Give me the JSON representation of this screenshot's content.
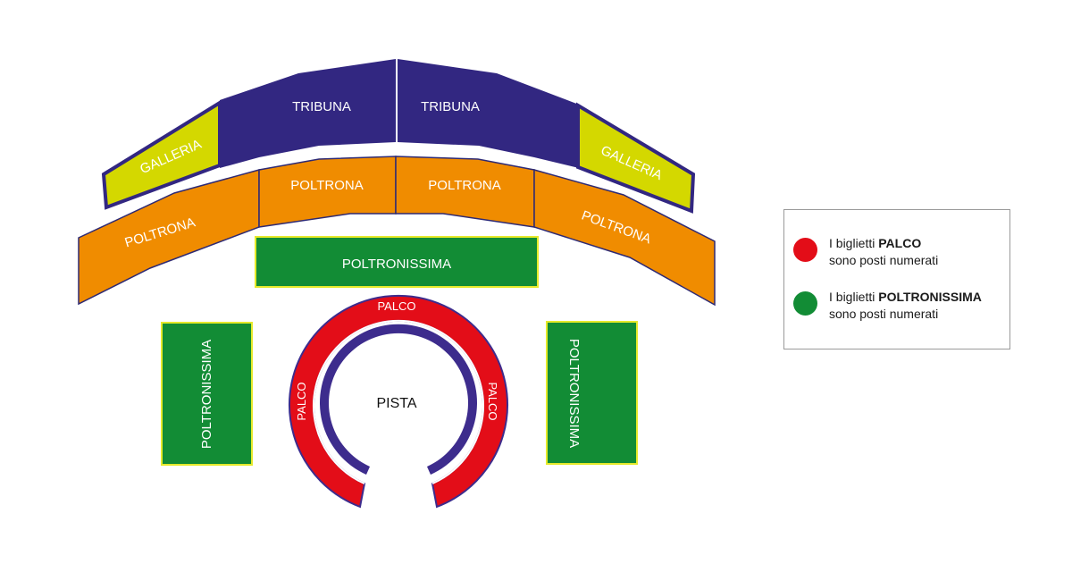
{
  "colors": {
    "tribuna": "#322781",
    "galleria": "#d4d800",
    "poltrona": "#f08c00",
    "poltrona_border": "#2e2a74",
    "poltronissima": "#128c35",
    "poltronissima_border": "#e6ea2b",
    "palco": "#e30d18",
    "palco_border": "#3d2c8d",
    "legend_red": "#e30d18",
    "legend_green": "#128c35"
  },
  "sections": {
    "tribuna_left": "TRIBUNA",
    "tribuna_right": "TRIBUNA",
    "galleria_left": "GALLERIA",
    "galleria_right": "GALLERIA",
    "poltrona_far_left": "POLTRONA",
    "poltrona_mid_left": "POLTRONA",
    "poltrona_mid_right": "POLTRONA",
    "poltrona_far_right": "POLTRONA",
    "poltronissima_top": "POLTRONISSIMA",
    "poltronissima_left": "POLTRONISSIMA",
    "poltronissima_right": "POLTRONISSIMA",
    "palco_top": "PALCO",
    "palco_left": "PALCO",
    "palco_right": "PALCO",
    "pista": "PISTA"
  },
  "legend": {
    "palco": {
      "prefix": "I biglietti ",
      "bold": "PALCO",
      "line2": "sono posti numerati"
    },
    "poltronissima": {
      "prefix": "I biglietti ",
      "bold": "POLTRONISSIMA",
      "line2": "sono posti numerati"
    }
  }
}
